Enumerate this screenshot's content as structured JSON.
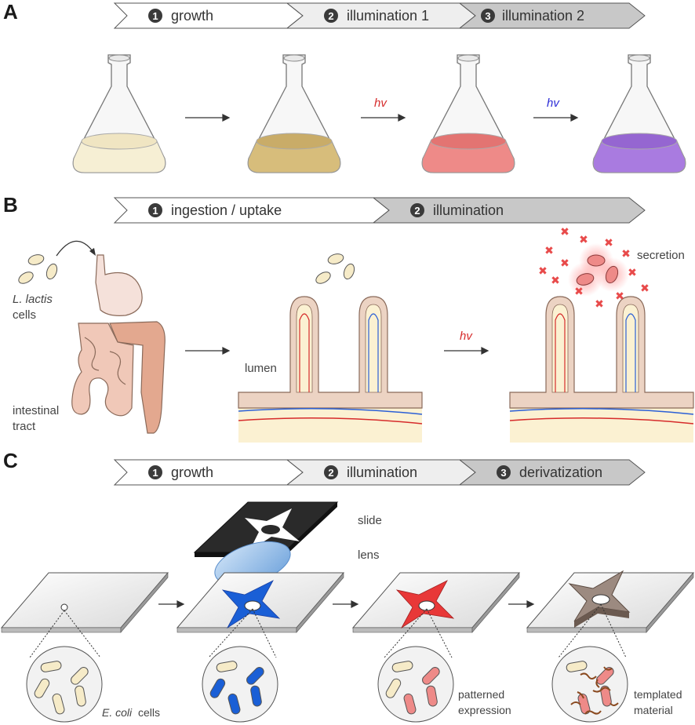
{
  "panels": {
    "a": {
      "letter": "A",
      "steps": [
        {
          "num": "1",
          "label": "growth"
        },
        {
          "num": "2",
          "label": "illumination 1"
        },
        {
          "num": "3",
          "label": "illumination 2"
        }
      ],
      "hv_1": "hv",
      "hv_2": "hv",
      "colors": {
        "flask1": "#f6efd4",
        "flask2": "#d7bd7b",
        "flask3": "#ee8a88",
        "flask4": "#a97be0",
        "hv_red": "#d62b2b",
        "hv_blue": "#2b2bd6"
      }
    },
    "b": {
      "letter": "B",
      "steps": [
        {
          "num": "1",
          "label": "ingestion / uptake"
        },
        {
          "num": "2",
          "label": "illumination"
        }
      ],
      "cells_label_italic": "L. lactis",
      "cells_label": "cells",
      "tract_label_1": "intestinal",
      "tract_label_2": "tract",
      "lumen_label": "lumen",
      "hv": "hv",
      "secretion_label": "secretion"
    },
    "c": {
      "letter": "C",
      "steps": [
        {
          "num": "1",
          "label": "growth"
        },
        {
          "num": "2",
          "label": "illumination"
        },
        {
          "num": "3",
          "label": "derivatization"
        }
      ],
      "slide_label": "slide",
      "lens_label": "lens",
      "ecoli_italic": "E. coli",
      "ecoli_label": "cells",
      "patterned_1": "patterned",
      "patterned_2": "expression",
      "templated_1": "templated",
      "templated_2": "material"
    }
  }
}
